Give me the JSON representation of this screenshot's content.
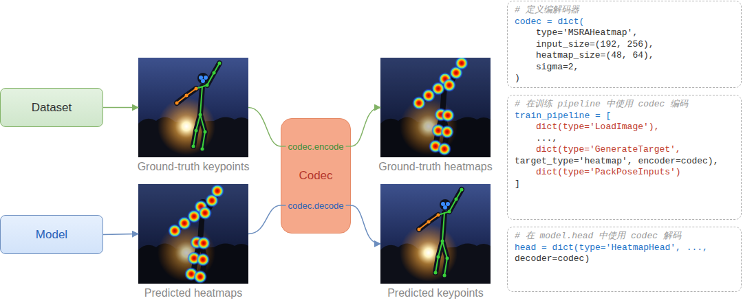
{
  "diagram": {
    "nodes": [
      {
        "text": [
          "Dataset"
        ]
      },
      {
        "text": [
          "Model"
        ]
      },
      {
        "text": [
          "Ground-truth keypoints"
        ]
      },
      {
        "text": [
          "Predicted heatmaps"
        ]
      },
      {
        "text": [
          "Codec"
        ]
      },
      {
        "text": [
          "Ground-truth heatmaps"
        ]
      },
      {
        "text": [
          "Predicted keypoints"
        ]
      },
      {
        "text": [
          "# 定义编解码器",
          "codec = dict(",
          "type='MSRAHeatmap',",
          "input_size=(192, 256),",
          "heatmap_size=(48, 64),",
          "sigma=2,",
          ")"
        ]
      },
      {
        "text": [
          "# 在训练 pipeline 中使用 codec 编码",
          "train_pipeline = [",
          "dict(type='LoadImage'),",
          "...,",
          "dict(type='GenerateTarget',",
          "target_type='heatmap', encoder=codec),",
          "dict(type='PackPoseInputs')",
          "]"
        ]
      },
      {
        "text": [
          "# 在 model.head 中使用 codec 解码",
          "head = dict(type='HeatmapHead', ...,",
          "decoder=codec)"
        ]
      }
    ],
    "edges": [
      {
        "from": 0,
        "to": 2,
        "arrow": "to"
      },
      {
        "from": 1,
        "to": 3,
        "arrow": "to"
      },
      {
        "from": 2,
        "to": 5,
        "label": "codec.encode",
        "arrow": "to"
      },
      {
        "from": 3,
        "to": 6,
        "label": "codec.decode",
        "arrow": "to"
      }
    ]
  }
}
